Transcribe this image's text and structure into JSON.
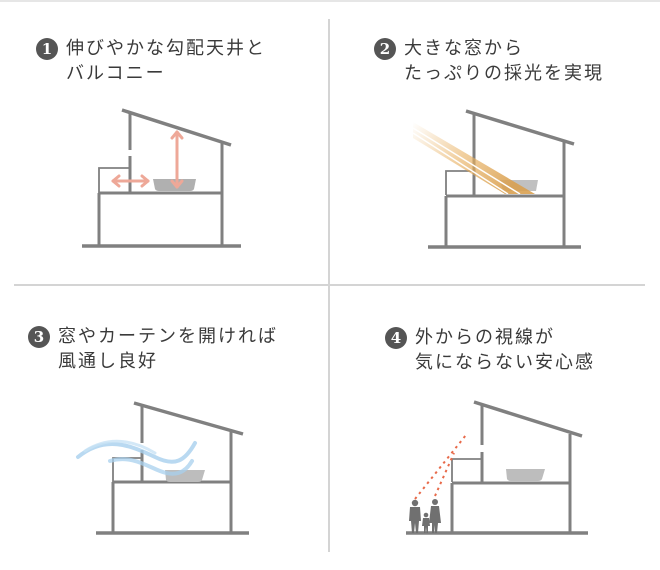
{
  "colors": {
    "structure": "#808080",
    "furniture": "#b8b8b8",
    "arrow": "#eea898",
    "light_beam": "#e8b060",
    "wind": "#a8d0ee",
    "sightline": "#e86a4a",
    "people": "#707070",
    "badge": "#555555",
    "divider": "#d4d4d4"
  },
  "panels": [
    {
      "number": "1",
      "title_lines": [
        "伸びやかな勾配天井と",
        "バルコニー"
      ],
      "illustration": "sloped-ceiling-with-balcony",
      "icon": "expand-arrows-icon"
    },
    {
      "number": "2",
      "title_lines": [
        "大きな窓から",
        "たっぷりの採光を実現"
      ],
      "illustration": "sunlight-through-large-window",
      "icon": "sunlight-icon"
    },
    {
      "number": "3",
      "title_lines": [
        "窓やカーテンを開ければ",
        "風通し良好"
      ],
      "illustration": "breeze-through-window",
      "icon": "wind-icon"
    },
    {
      "number": "4",
      "title_lines": [
        "外からの視線が",
        "気にならない安心感"
      ],
      "illustration": "privacy-from-outside-view",
      "icon": "sightline-icon"
    }
  ]
}
